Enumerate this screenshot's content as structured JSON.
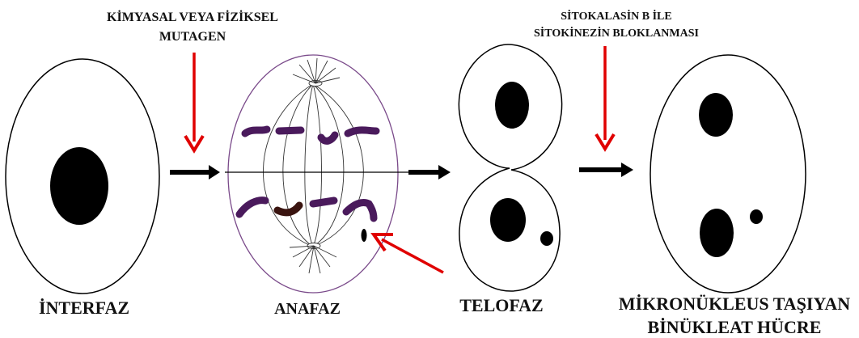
{
  "stages": {
    "interphase": "İNTERFAZ",
    "anaphase": "ANAFAZ",
    "telophase": "TELOFAZ",
    "micronucleus_line1": "MİKRONÜKLEUS TAŞIYAN",
    "micronucleus_line2": "BİNÜKLEAT HÜCRE"
  },
  "annotations": {
    "mutagen_line1": "KİMYASAL VEYA FİZİKSEL",
    "mutagen_line2": "MUTAGEN",
    "cytochalasin_line1": "SİTOKALASİN B İLE",
    "cytochalasin_line2": "SİTOKİNEZİN BLOKLANMASI"
  },
  "colors": {
    "outline": "#000000",
    "red_arrow": "#e00000",
    "chromosome_purple": "#4a1a5c",
    "chromosome_brown": "#3a1410",
    "spindle_cell_outline": "#7a4a8a"
  }
}
